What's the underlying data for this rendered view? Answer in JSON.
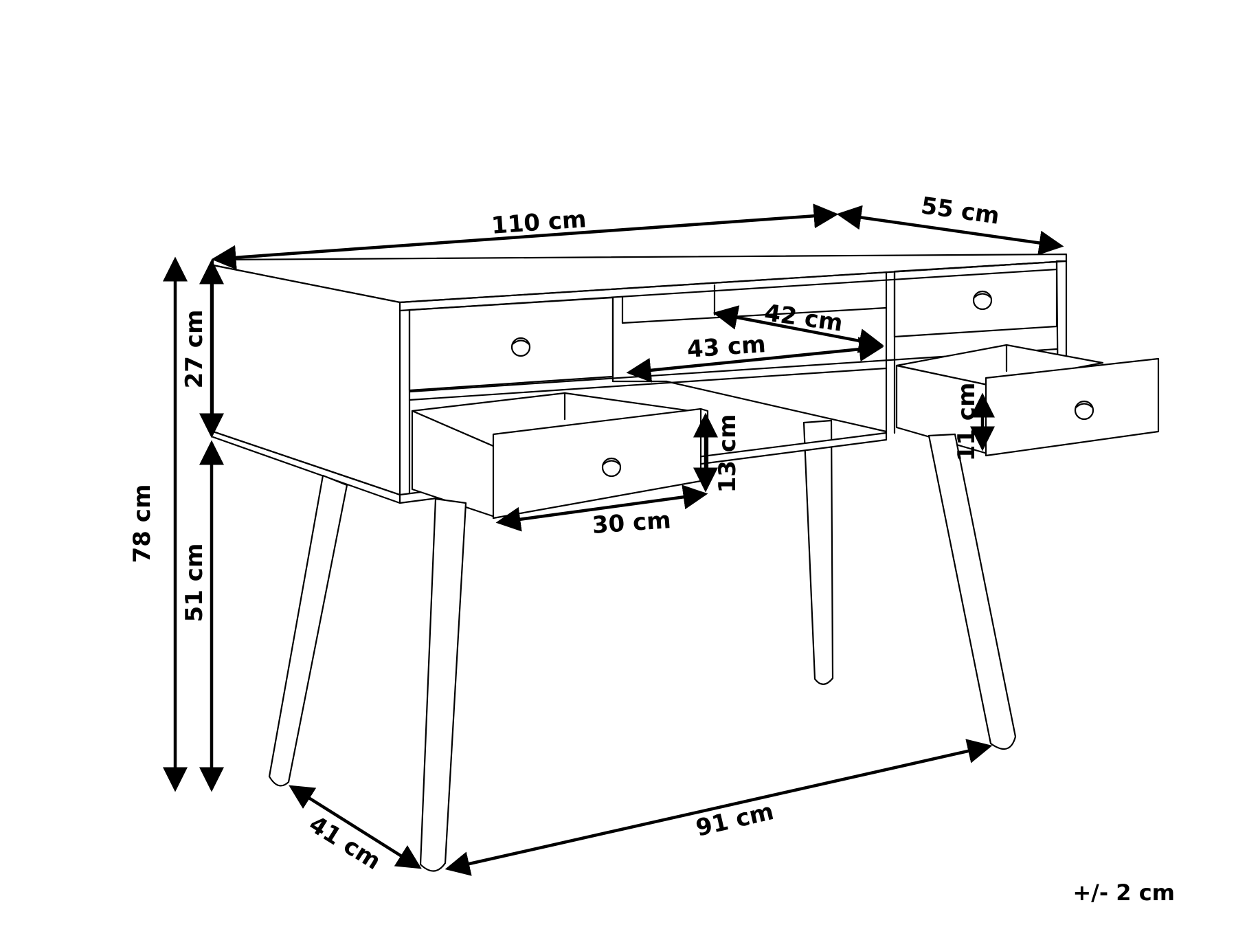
{
  "dimensions": {
    "width": "110 cm",
    "depth": "55 cm",
    "total_height": "78 cm",
    "top_section_height": "27 cm",
    "leg_height": "51 cm",
    "middle_shelf_width": "42 cm",
    "middle_shelf_opening": "43 cm",
    "small_drawer_width": "30 cm",
    "small_drawer_height": "13 cm",
    "right_drawer_height": "11 cm",
    "leg_span_depth": "41 cm",
    "leg_span_width": "91 cm"
  },
  "tolerance": "+/- 2 cm"
}
